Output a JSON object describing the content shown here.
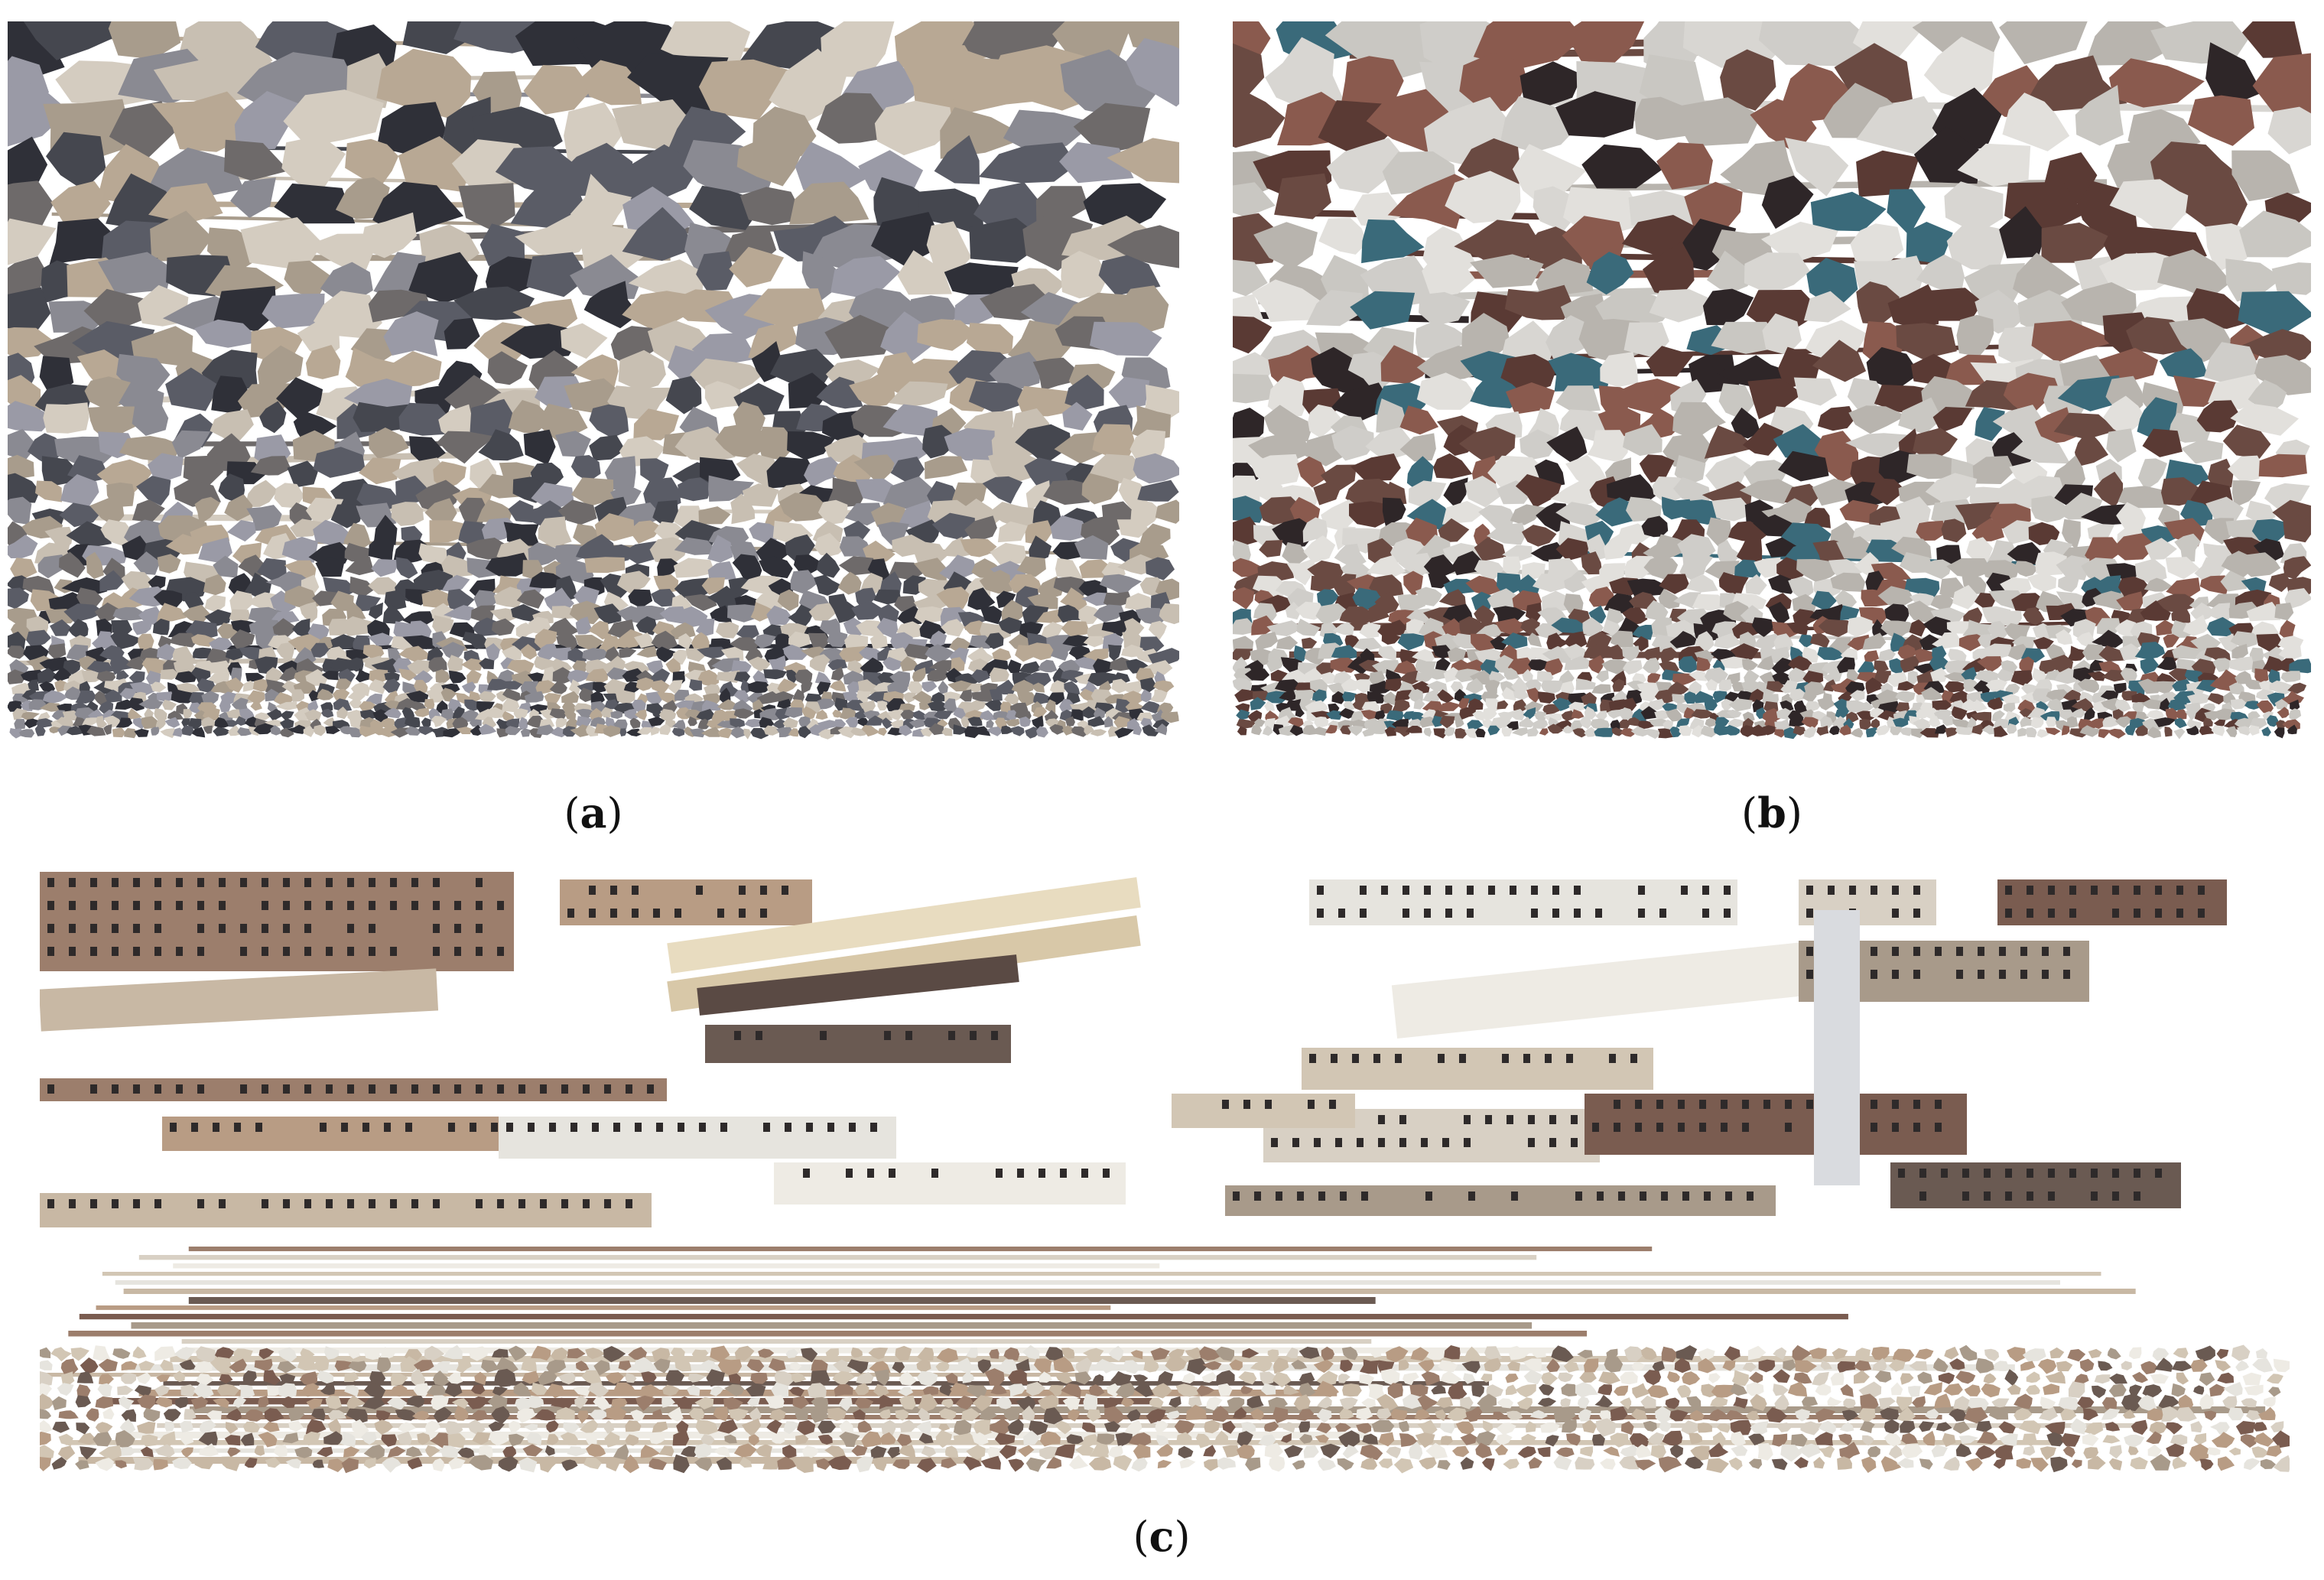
{
  "figure": {
    "panels": [
      {
        "id": "a",
        "caption_open": "(",
        "caption_letter": "a",
        "caption_close": ")",
        "palette": [
          "#45474f",
          "#5a5c66",
          "#b8a894",
          "#a89c8c",
          "#d4ccc0",
          "#8a8a92",
          "#2f3038",
          "#c8bfb2",
          "#6e6a6a",
          "#9a9aa6"
        ]
      },
      {
        "id": "b",
        "caption_open": "(",
        "caption_letter": "b",
        "caption_close": ")",
        "palette": [
          "#d8d6d2",
          "#cfcdc9",
          "#e2e0dc",
          "#5a3a34",
          "#2e2628",
          "#8a5a4e",
          "#3a6a7a",
          "#b8b4ae",
          "#6a4a42",
          "#c9c7c2"
        ]
      },
      {
        "id": "c",
        "caption_open": "(",
        "caption_letter": "c",
        "caption_close": ")",
        "palette": [
          "#9c7e6c",
          "#b89c84",
          "#e6e4de",
          "#d8d0c4",
          "#7a5c50",
          "#c8b8a4",
          "#eeebe4",
          "#a89a8a",
          "#6a5a52",
          "#d2c6b4"
        ]
      }
    ]
  }
}
